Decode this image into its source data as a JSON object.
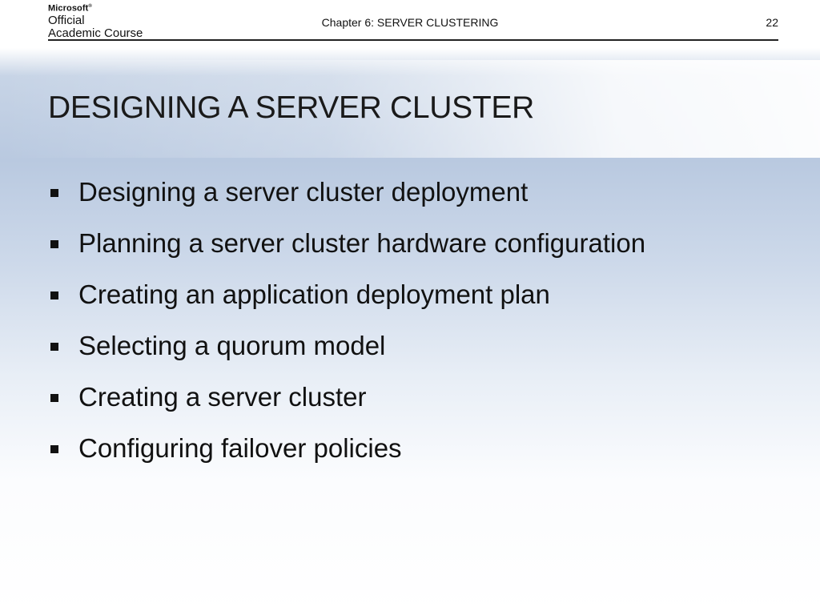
{
  "header": {
    "logo": {
      "brand": "Microsoft",
      "brand_mark": "®",
      "line1": "Official",
      "line2": "Academic Course"
    },
    "chapter": "Chapter 6: SERVER CLUSTERING",
    "page_number": "22"
  },
  "slide": {
    "title": "DESIGNING A SERVER CLUSTER",
    "bullet_icon": "square-bullet-icon",
    "bullets": [
      "Designing a server cluster deployment",
      "Planning a server cluster hardware configuration",
      "Creating an application deployment plan",
      "Selecting a quorum model",
      "Creating a server cluster",
      "Configuring failover policies"
    ]
  },
  "colors": {
    "text": "#111111",
    "background_band": "#b9c9e0",
    "rule": "#222222"
  }
}
